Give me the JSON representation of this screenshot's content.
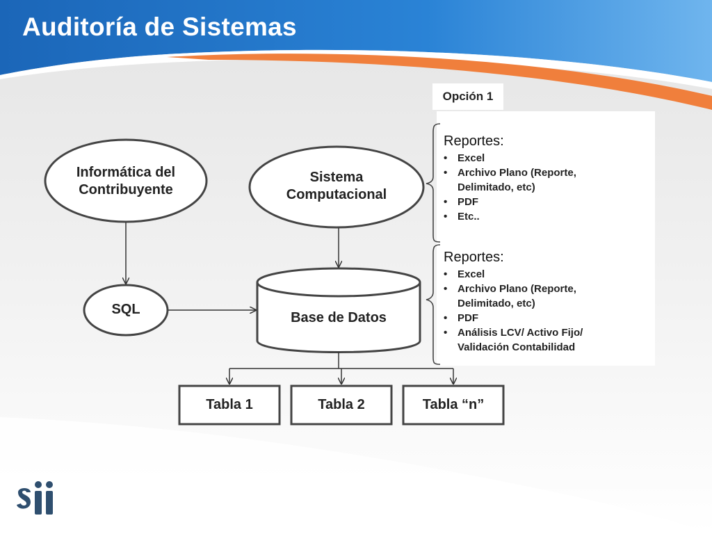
{
  "slide": {
    "title": "Auditoría de Sistemas",
    "colors": {
      "header_blue": "#1e73c8",
      "stripe_orange": "#f07f3c",
      "node_stroke": "#333333"
    }
  },
  "diagram": {
    "nodes": {
      "informatica": "Informática del Contribuyente",
      "sistema": "Sistema Computacional",
      "sql": "SQL",
      "base": "Base de Datos",
      "tabla1": "Tabla 1",
      "tabla2": "Tabla 2",
      "tablan": "Tabla “n”"
    },
    "option_label": "Opción 1",
    "reportes_top": {
      "title": "Reportes",
      "items": [
        "Excel",
        "Archivo Plano (Reporte, Delimitado, etc)",
        "PDF",
        "Etc.."
      ]
    },
    "reportes_bottom": {
      "title": "Reportes",
      "items": [
        "Excel",
        "Archivo Plano (Reporte, Delimitado, etc)",
        "PDF",
        "Análisis LCV/ Activo Fijo/ Validación Contabilidad"
      ]
    }
  },
  "logo": {
    "icon": "sii-logo",
    "color": "#2f4f6f"
  }
}
